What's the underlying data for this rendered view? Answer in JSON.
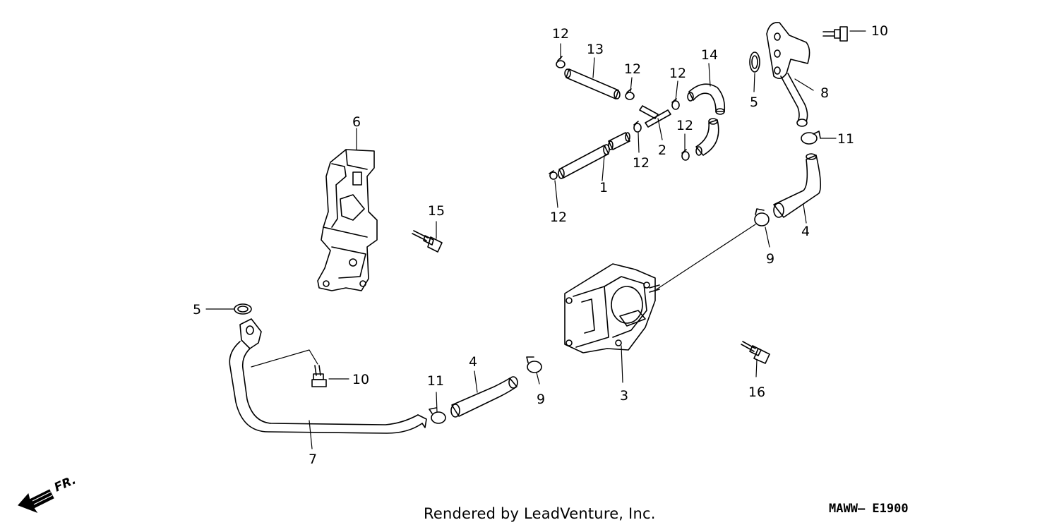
{
  "callouts": {
    "c1": "1",
    "c2": "2",
    "c3": "3",
    "c4a": "4",
    "c4b": "4",
    "c5a": "5",
    "c5b": "5",
    "c6": "6",
    "c7": "7",
    "c8": "8",
    "c9a": "9",
    "c9b": "9",
    "c10a": "10",
    "c10b": "10",
    "c11a": "11",
    "c11b": "11",
    "c12a": "12",
    "c12b": "12",
    "c12c": "12",
    "c12d": "12",
    "c12e": "12",
    "c12f": "12",
    "c13": "13",
    "c14": "14",
    "c15": "15",
    "c16": "16"
  },
  "footer": {
    "credit": "Rendered by LeadVenture, Inc.",
    "diagram_code": "MAWW– E1900"
  },
  "direction": {
    "label": "FR."
  }
}
